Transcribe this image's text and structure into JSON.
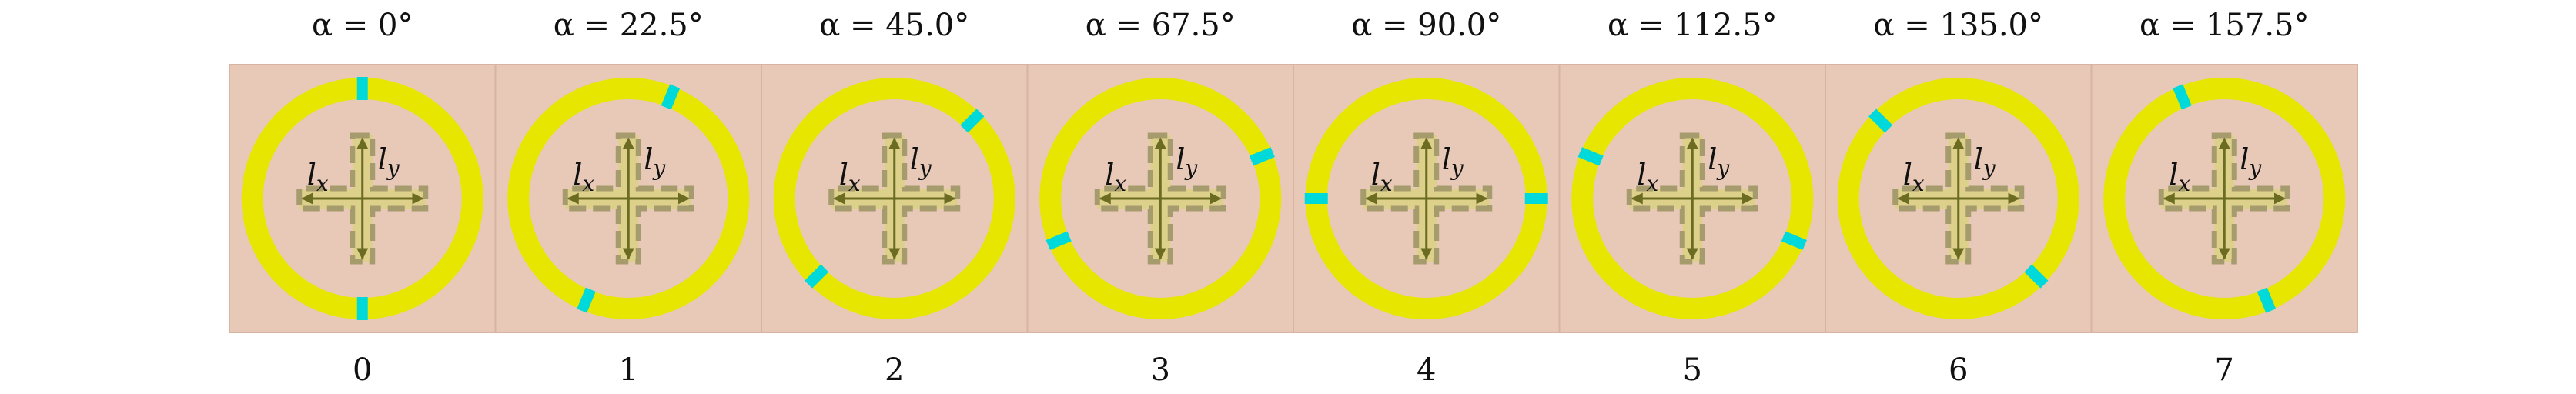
{
  "colors": {
    "background": "#e8c9b8",
    "panel_border": "#d9b4a2",
    "ring": "#e6e600",
    "marker": "#00d9d9",
    "cross_fill": "#ddd08a",
    "cross_dash": "#a69b6c",
    "arrow": "#6b6b22",
    "text": "#111111"
  },
  "axis_labels": {
    "x": "l",
    "x_sub": "x",
    "y": "l",
    "y_sub": "y"
  },
  "panels": [
    {
      "title": "α = 0°",
      "index": "0",
      "angle_deg": 0
    },
    {
      "title": "α = 22.5°",
      "index": "1",
      "angle_deg": 22.5
    },
    {
      "title": "α = 45.0°",
      "index": "2",
      "angle_deg": 45.0
    },
    {
      "title": "α = 67.5°",
      "index": "3",
      "angle_deg": 67.5
    },
    {
      "title": "α = 90.0°",
      "index": "4",
      "angle_deg": 90.0
    },
    {
      "title": "α = 112.5°",
      "index": "5",
      "angle_deg": 112.5
    },
    {
      "title": "α = 135.0°",
      "index": "6",
      "angle_deg": 135.0
    },
    {
      "title": "α = 157.5°",
      "index": "7",
      "angle_deg": 157.5
    }
  ]
}
